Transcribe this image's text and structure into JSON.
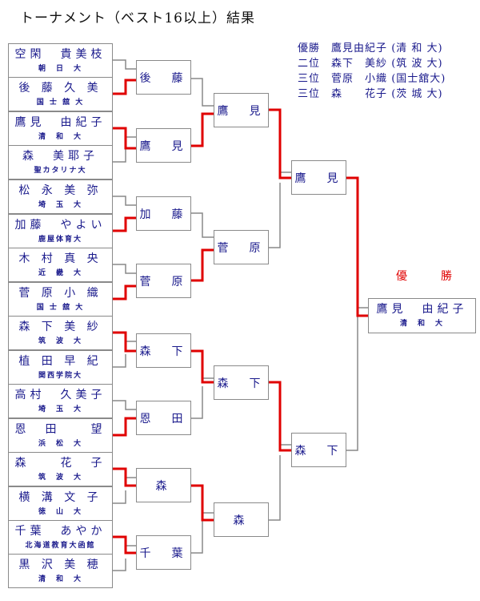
{
  "title": "トーナメント（ベスト16以上）結果",
  "summary": [
    {
      "rank": "優勝",
      "name": "鷹見由紀子",
      "school": "(清 和 大)"
    },
    {
      "rank": "二位",
      "name": "森下　美紗",
      "school": "(筑 波 大)"
    },
    {
      "rank": "三位",
      "name": "菅原　小織",
      "school": "(国士舘大)"
    },
    {
      "rank": "三位",
      "name": "森　　花子",
      "school": "(茨 城 大)"
    }
  ],
  "players": [
    {
      "name": "空閑　貴美枝",
      "team": "朝　日　大"
    },
    {
      "name": "後 藤 久 美",
      "team": "国 士 舘 大"
    },
    {
      "name": "鷹見　由紀子",
      "team": "清　和　大"
    },
    {
      "name": "森　美耶子",
      "team": "聖カタリナ大"
    },
    {
      "name": "松 永 美 弥",
      "team": "埼　玉　大"
    },
    {
      "name": "加藤　やよい",
      "team": "鹿屋体育大"
    },
    {
      "name": "木 村 真 央",
      "team": "近　畿　大"
    },
    {
      "name": "菅 原 小 織",
      "team": "国 士 舘 大"
    },
    {
      "name": "森 下 美 紗",
      "team": "筑　波　大"
    },
    {
      "name": "植 田 早 紀",
      "team": "関西学院大"
    },
    {
      "name": "高村　久美子",
      "team": "埼　玉　大"
    },
    {
      "name": "恩　田　　望",
      "team": "浜　松　大"
    },
    {
      "name": "森　　花　子",
      "team": "筑　波　大"
    },
    {
      "name": "横 溝 文 子",
      "team": "徳　山　大"
    },
    {
      "name": "千葉　あやか",
      "team": "北海道教育大函館"
    },
    {
      "name": "黒 沢 美 穂",
      "team": "清　和　大"
    }
  ],
  "round2": [
    "後　藤",
    "鷹　見",
    "加　藤",
    "菅　原",
    "森　下",
    "恩　田",
    "森",
    "千　葉"
  ],
  "round3": [
    "鷹　見",
    "菅　原",
    "森　下",
    "森"
  ],
  "round4": [
    "鷹　見",
    "森　下"
  ],
  "winner_label": "優　勝",
  "champion": {
    "name": "鷹見　由紀子",
    "team": "清　和　大"
  },
  "colors": {
    "win_line": "#e00000",
    "line": "#888888",
    "text": "#1a1a8c"
  }
}
